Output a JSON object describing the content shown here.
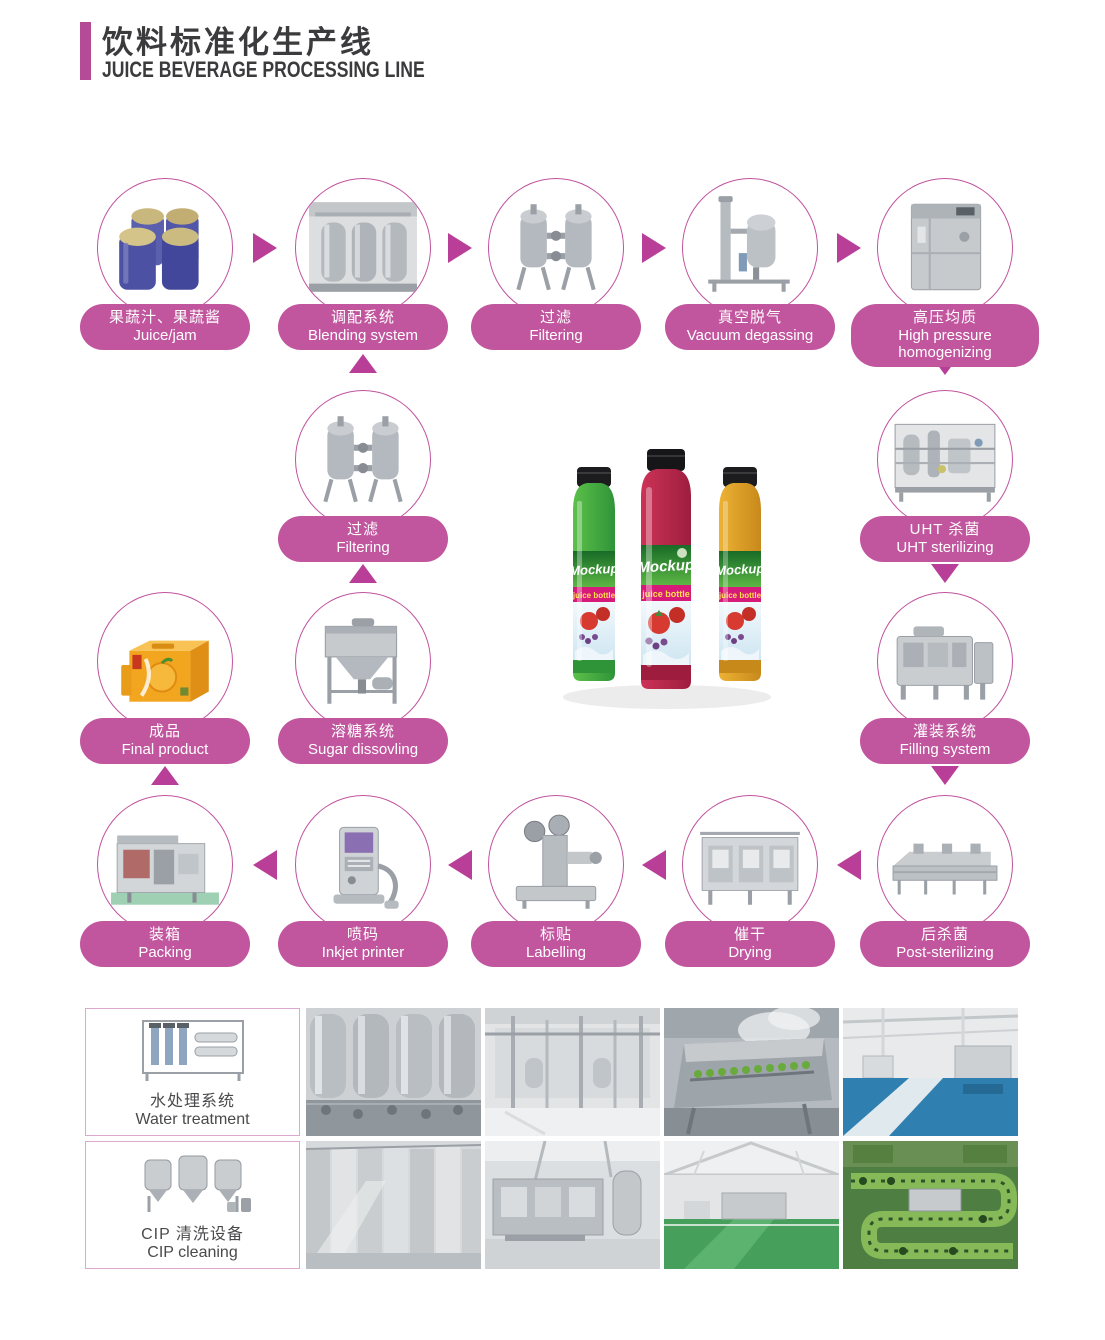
{
  "header": {
    "title_cn": "饮料标准化生产线",
    "title_en": "JUICE BEVERAGE PROCESSING LINE"
  },
  "nodes": {
    "juice_jam": {
      "cn": "果蔬汁、果蔬酱",
      "en": "Juice/jam"
    },
    "blending": {
      "cn": "调配系统",
      "en": "Blending system"
    },
    "filtering_top": {
      "cn": "过滤",
      "en": "Filtering"
    },
    "vacuum_degassing": {
      "cn": "真空脱气",
      "en": "Vacuum degassing"
    },
    "homogenizing": {
      "cn": "高压均质",
      "en": "High pressure homogenizing"
    },
    "filtering_mid": {
      "cn": "过滤",
      "en": "Filtering"
    },
    "uht": {
      "cn": "UHT 杀菌",
      "en": "UHT sterilizing"
    },
    "final_product": {
      "cn": "成品",
      "en": "Final product"
    },
    "sugar_dissolving": {
      "cn": "溶糖系统",
      "en": "Sugar dissovling"
    },
    "filling": {
      "cn": "灌装系统",
      "en": "Filling system"
    },
    "packing": {
      "cn": "装箱",
      "en": "Packing"
    },
    "inkjet": {
      "cn": "喷码",
      "en": "Inkjet printer"
    },
    "labelling": {
      "cn": "标贴",
      "en": "Labelling"
    },
    "drying": {
      "cn": "催干",
      "en": "Drying"
    },
    "post_sterilizing": {
      "cn": "后杀菌",
      "en": "Post-sterilizing"
    }
  },
  "aux": {
    "water_treatment": {
      "cn": "水处理系统",
      "en": "Water treatment"
    },
    "cip": {
      "cn": "CIP 清洗设备",
      "en": "CIP cleaning"
    }
  },
  "product_bottles": {
    "brand": "Mockup",
    "label": "juice bottle"
  },
  "colors": {
    "accent": "#b54a97",
    "pill": "#c1569f",
    "arrow": "#b83e97",
    "circle_border": "#c0539e"
  }
}
